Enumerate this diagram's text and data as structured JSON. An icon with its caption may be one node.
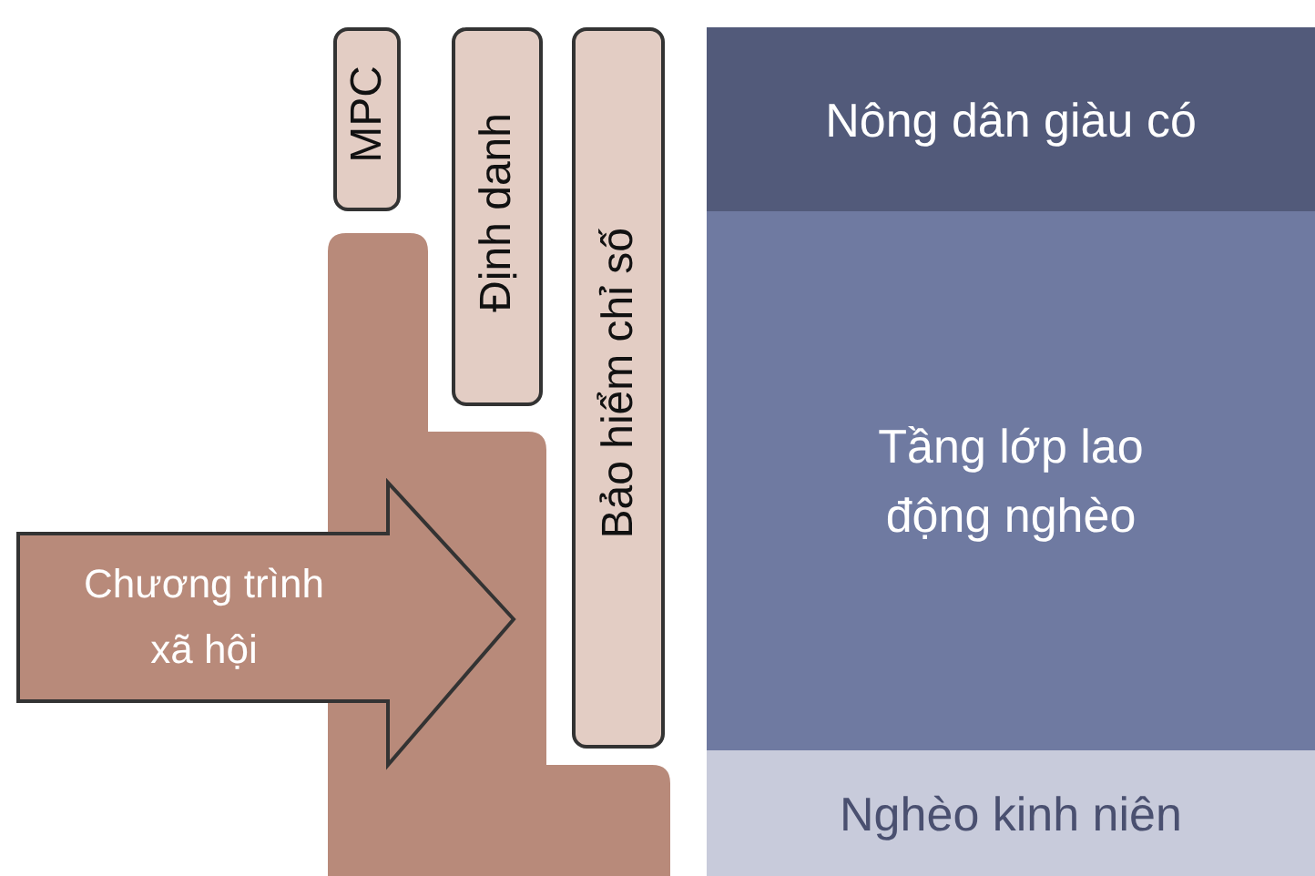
{
  "diagram": {
    "nodes": [
      {
        "text": [
          "Chương trình xã hội"
        ]
      },
      {
        "text": [
          "MPC"
        ]
      },
      {
        "text": [
          "Định danh"
        ]
      },
      {
        "text": [
          "Bảo hiểm chỉ số"
        ]
      },
      {
        "text": [
          "Nông dân giàu có"
        ]
      },
      {
        "text": [
          "Tầng lớp lao động nghèo"
        ]
      },
      {
        "text": [
          "Nghèo kinh niên"
        ]
      }
    ],
    "edges": []
  }
}
